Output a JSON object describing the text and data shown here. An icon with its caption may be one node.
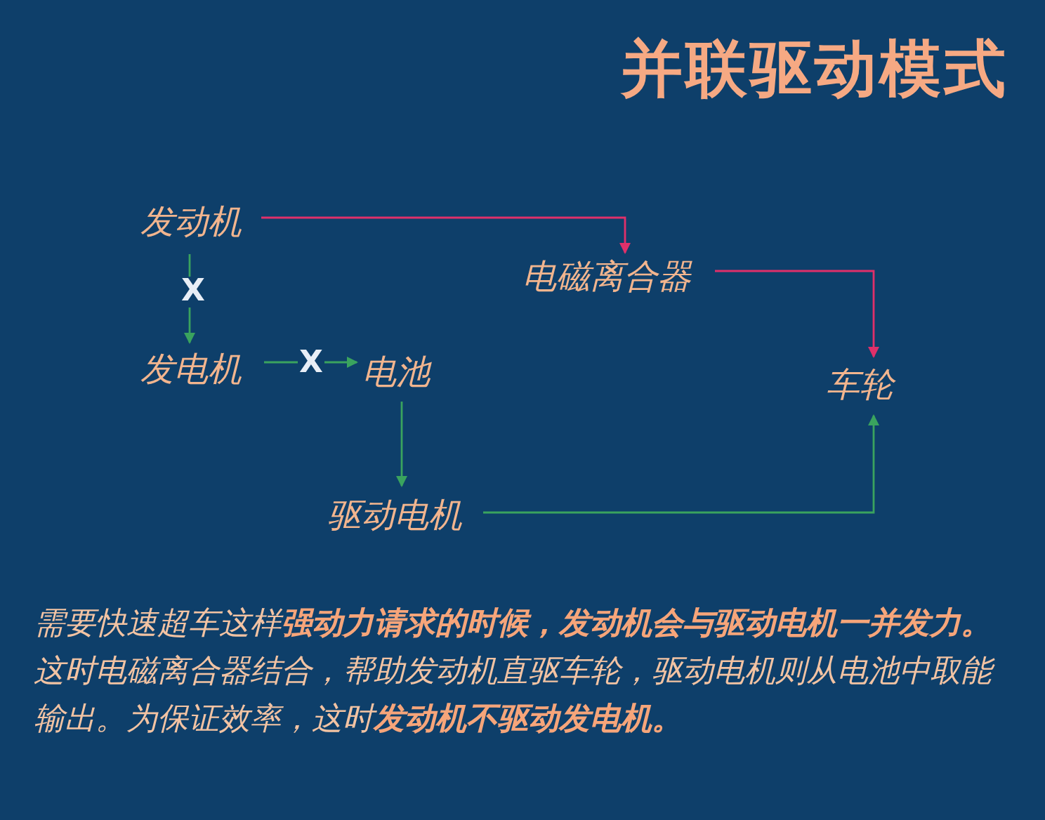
{
  "diagram": {
    "title": "并联驱动模式",
    "caption": "需要快速超车这样**强动力请求的时候，发动机会与驱动电机一并发力。**这时电磁离合器结合，帮助发动机直驱车轮，驱动电机则从电池中取能输出。为保证效率，这时**发动机不驱动发电机。**",
    "nodes": [
      {
        "text": [
          "发动机"
        ]
      },
      {
        "text": [
          "电磁离合器"
        ]
      },
      {
        "text": [
          "发电机"
        ]
      },
      {
        "text": [
          "电池"
        ]
      },
      {
        "text": [
          "车轮"
        ]
      },
      {
        "text": [
          "驱动电机"
        ]
      }
    ],
    "edges": [
      {
        "from": 0,
        "to": 1,
        "arrow": "to",
        "color": "#e0306a"
      },
      {
        "from": 1,
        "to": 4,
        "arrow": "to",
        "color": "#e0306a"
      },
      {
        "from": 0,
        "to": 2,
        "arrow": "to",
        "label": "X"
      },
      {
        "from": 2,
        "to": 3,
        "arrow": "to",
        "label": "X"
      },
      {
        "from": 3,
        "to": 5,
        "arrow": "to"
      },
      {
        "from": 5,
        "to": 4,
        "arrow": "to"
      }
    ]
  }
}
